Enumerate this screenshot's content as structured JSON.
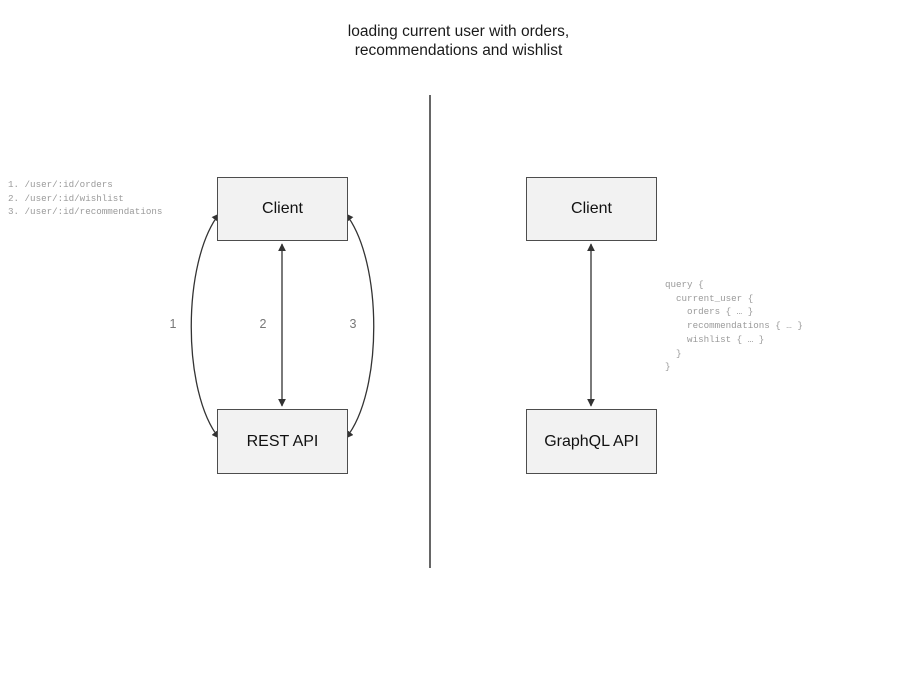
{
  "title": "loading current user with orders,\nrecommendations and wishlist",
  "rest_side": {
    "client_label": "Client",
    "api_label": "REST API",
    "endpoints_note": "1. /user/:id/orders\n2. /user/:id/wishlist\n3. /user/:id/recommendations",
    "edge_labels": [
      "1",
      "2",
      "3"
    ]
  },
  "graphql_side": {
    "client_label": "Client",
    "api_label": "GraphQL API",
    "query_note": "query {\n  current_user {\n    orders { … }\n    recommendations { … }\n    wishlist { … }\n  }\n}"
  },
  "colors": {
    "background": "#ffffff",
    "node_fill": "#f2f2f2",
    "node_border": "#4d4d4d",
    "edge_stroke": "#333333",
    "divider": "#666666",
    "note_text": "#9a9a9a",
    "label_text": "#777777",
    "title_text": "#1a1a1a"
  }
}
